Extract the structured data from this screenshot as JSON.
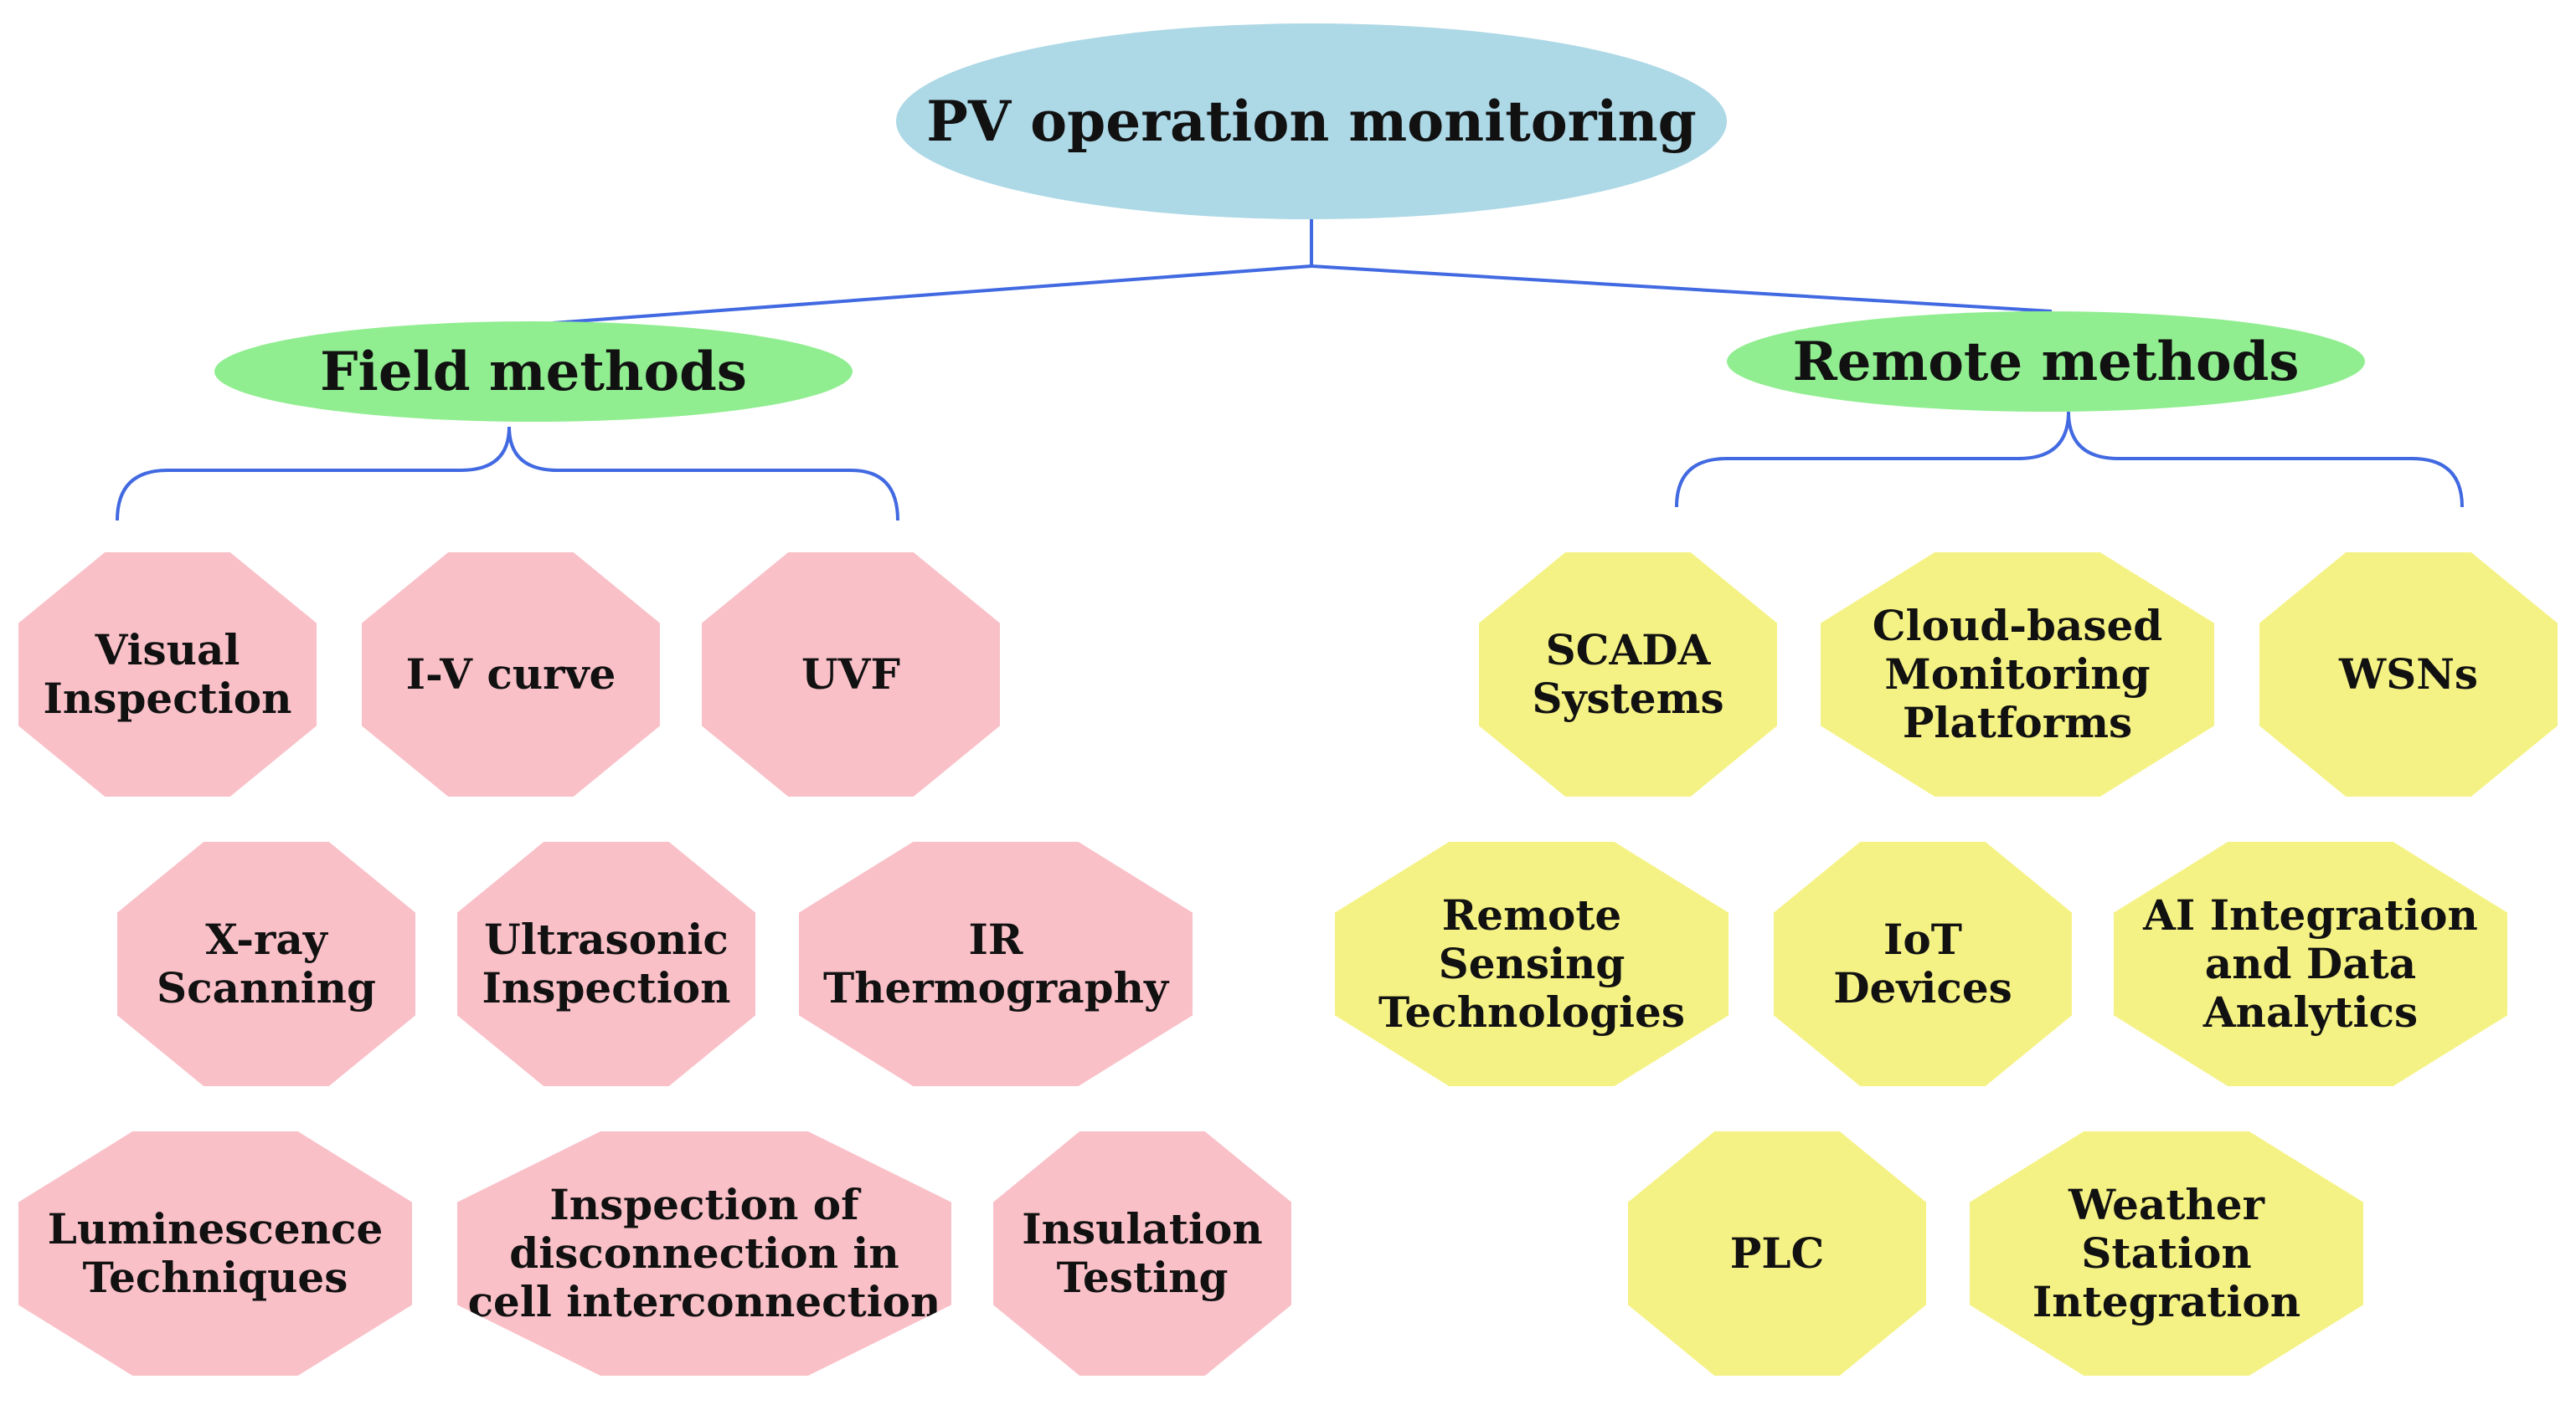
{
  "colors": {
    "root_fill": "#add8e6",
    "category_fill": "#90ee90",
    "field_leaf_fill": "#f9c0c8",
    "remote_leaf_fill": "#f5f285",
    "connector": "#4169e1",
    "text": "#111111"
  },
  "root": {
    "label": "PV operation monitoring"
  },
  "field": {
    "label": "Field methods",
    "items": [
      {
        "label": "Visual\nInspection"
      },
      {
        "label": "I-V curve"
      },
      {
        "label": "UVF"
      },
      {
        "label": "X-ray\nScanning"
      },
      {
        "label": "Ultrasonic\nInspection"
      },
      {
        "label": "IR\nThermography"
      },
      {
        "label": "Luminescence\nTechniques"
      },
      {
        "label": "Inspection of\ndisconnection in\ncell interconnection"
      },
      {
        "label": "Insulation\nTesting"
      }
    ]
  },
  "remote": {
    "label": "Remote methods",
    "items": [
      {
        "label": "SCADA\nSystems"
      },
      {
        "label": "Cloud-based\nMonitoring\nPlatforms"
      },
      {
        "label": "WSNs"
      },
      {
        "label": "Remote\nSensing\nTechnologies"
      },
      {
        "label": "IoT\nDevices"
      },
      {
        "label": "AI Integration\nand Data\nAnalytics"
      },
      {
        "label": "PLC"
      },
      {
        "label": "Weather\nStation\nIntegration"
      }
    ]
  }
}
